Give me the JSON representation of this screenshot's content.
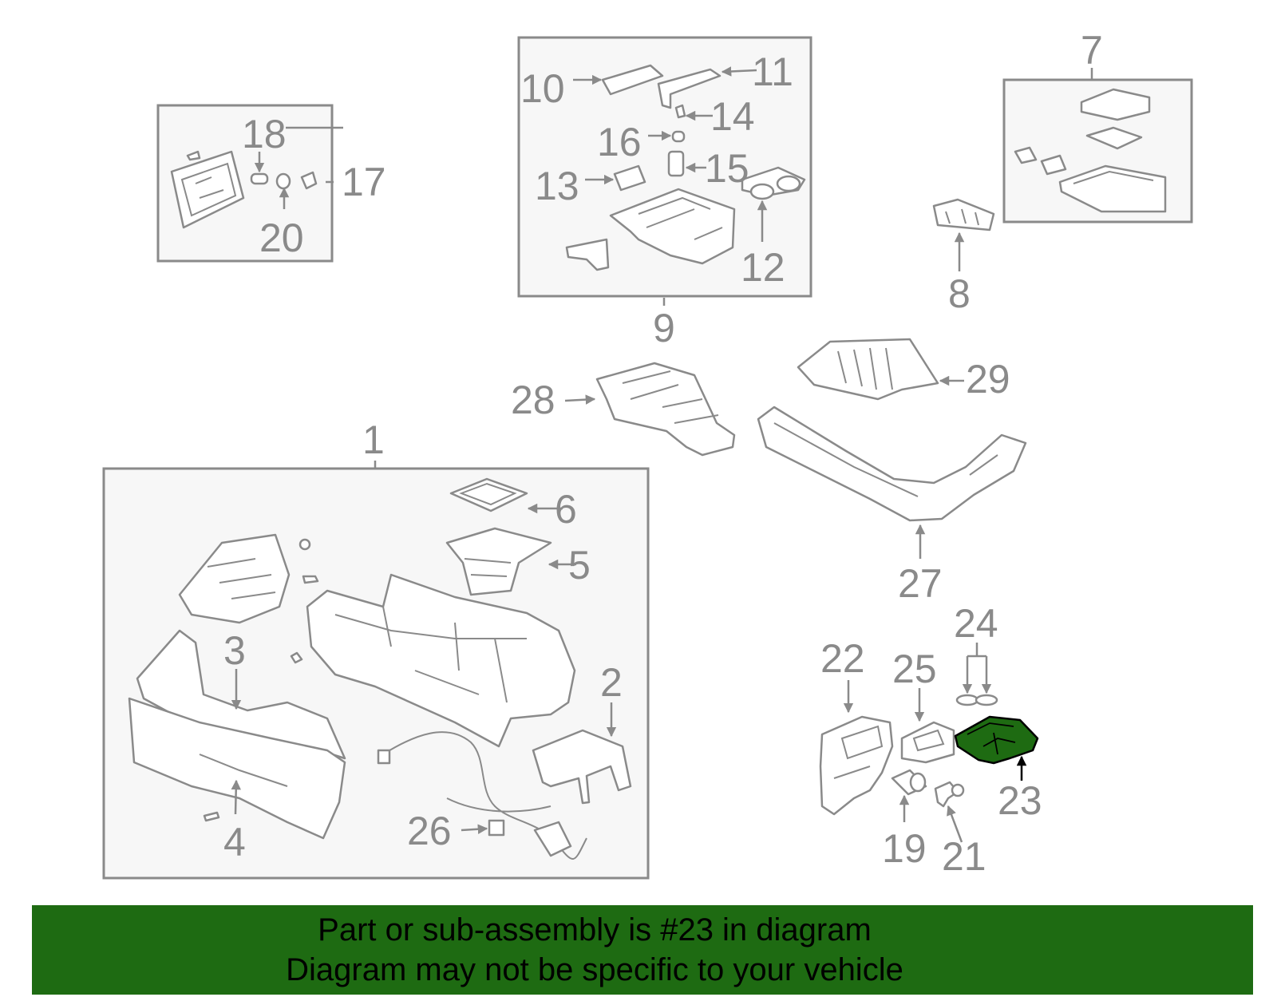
{
  "banner": {
    "line1": "Part or sub-assembly is #23 in diagram",
    "line2": "Diagram may not be specific to your vehicle"
  },
  "highlight": {
    "part": "23",
    "color": "#1e6b12"
  },
  "colors": {
    "line": "#8a8a8a",
    "label": "#8a8a8a",
    "selected_label": "#000000",
    "box_fill": "#f7f7f7"
  },
  "callouts": {
    "c1": "1",
    "c2": "2",
    "c3": "3",
    "c4": "4",
    "c5": "5",
    "c6": "6",
    "c7": "7",
    "c8": "8",
    "c9": "9",
    "c10": "10",
    "c11": "11",
    "c12": "12",
    "c13": "13",
    "c14": "14",
    "c15": "15",
    "c16": "16",
    "c17": "17",
    "c18": "18",
    "c19": "19",
    "c20": "20",
    "c21": "21",
    "c22": "22",
    "c23": "23",
    "c24": "24",
    "c25": "25",
    "c26": "26",
    "c27": "27",
    "c28": "28",
    "c29": "29"
  }
}
